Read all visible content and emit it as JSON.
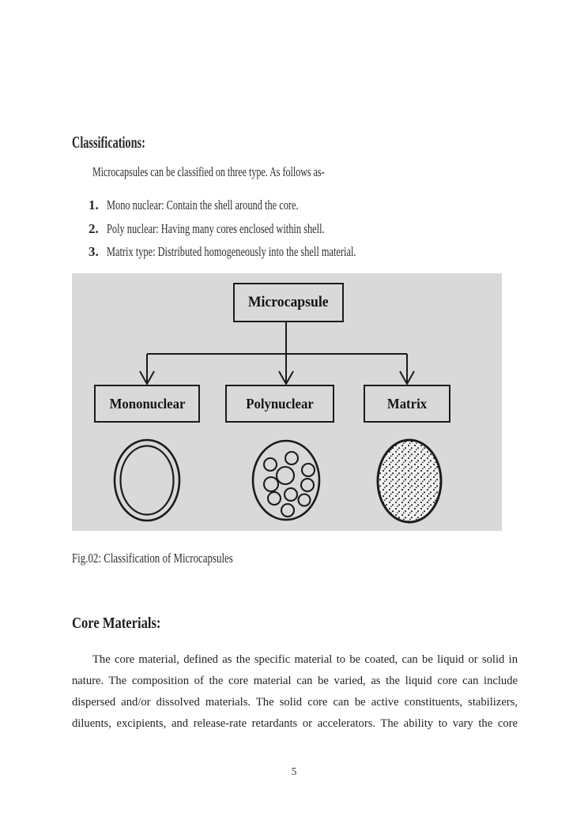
{
  "page": {
    "number": "5"
  },
  "classifications": {
    "heading": "Classifications:",
    "intro": "Microcapsules can be classified on three type. As follows as-",
    "items": [
      {
        "number": "1.",
        "text": "Mono nuclear: Contain the shell around the core."
      },
      {
        "number": "2.",
        "text": "Poly nuclear: Having many cores enclosed within shell."
      },
      {
        "number": "3.",
        "text": "Matrix type: Distributed homogeneously into the shell material."
      }
    ]
  },
  "figure": {
    "root": "Microcapsule",
    "children": [
      "Mononuclear",
      "Polynuclear",
      "Matrix"
    ],
    "caption": "Fig.02: Classification of Microcapsules",
    "background_color": "#d9d9d9",
    "line_color": "#1b1b1b"
  },
  "core_materials": {
    "heading": "Core Materials:",
    "lines": [
      "The core material, defined as the specific material to be coated, can be liquid or solid in",
      "nature. The composition of the core material can be varied, as the liquid core can include",
      "dispersed and/or dissolved materials. The solid core can be active constituents, stabilizers,",
      "diluents, excipients, and release-rate retardants or accelerators. The ability to vary the core"
    ]
  }
}
